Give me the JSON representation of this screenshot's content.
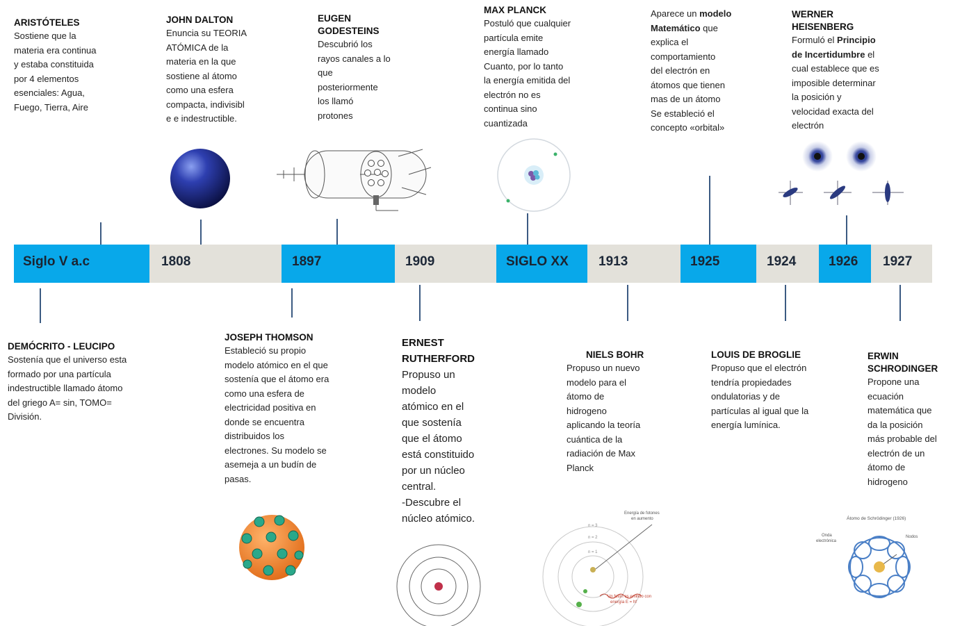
{
  "colors": {
    "timeline_bar": "#e3e1da",
    "highlight_blue": "#08a8ea",
    "connector": "#3b5a82"
  },
  "timeline": [
    {
      "label": "Siglo V a.c",
      "highlight": true
    },
    {
      "label": "1808",
      "highlight": false
    },
    {
      "label": "1897",
      "highlight": true
    },
    {
      "label": "1909",
      "highlight": false
    },
    {
      "label": "SIGLO XX",
      "highlight": true
    },
    {
      "label": "1913",
      "highlight": false
    },
    {
      "label": "1925",
      "highlight": true
    },
    {
      "label": "1924",
      "highlight": false
    },
    {
      "label": "1926",
      "highlight": true
    },
    {
      "label": "1927",
      "highlight": false
    }
  ],
  "entries": {
    "aristoteles": {
      "name": "ARISTÓTELES",
      "lines": [
        "Sostiene que la",
        "materia era continua",
        "y estaba constituida",
        "por 4 elementos",
        "esenciales: Agua,",
        "Fuego, Tierra, Aire"
      ]
    },
    "dalton": {
      "name": "JOHN DALTON",
      "lines": [
        "Enuncia su TEORIA",
        "ATÓMICA de la",
        "materia en la que",
        "sostiene al átomo",
        "como una esfera",
        "compacta, indivisibl",
        "e e indestructible."
      ]
    },
    "goldstein": {
      "name_lines": [
        "EUGEN",
        "GODESTEINS"
      ],
      "lines": [
        "Descubrió los",
        "rayos canales a lo",
        "que",
        "posteriormente",
        "los llamó",
        "protones"
      ]
    },
    "planck": {
      "name": "MAX PLANCK",
      "lines": [
        "Postuló que cualquier",
        "partícula emite",
        "energía llamado",
        "Cuanto, por lo tanto",
        "la energía emitida del",
        "electrón no es",
        "continua sino",
        "cuantizada"
      ]
    },
    "modelo_1925": {
      "line1_pre": "Aparece un ",
      "line1_bold": "modelo",
      "line2_bold": "Matemático",
      "line2_post": " que",
      "lines": [
        "explica el",
        "comportamiento",
        "del electrón en",
        "átomos que tienen",
        "mas de un átomo",
        "Se estableció el",
        "concepto «orbital»"
      ]
    },
    "heisenberg": {
      "name_lines": [
        "WERNER",
        "HEISENBERG"
      ],
      "line1_pre": "Formuló el ",
      "line1_bold": "Principio",
      "line2_bold": "de Incertidumbre",
      "line2_post": " el",
      "lines": [
        "cual establece que es",
        "imposible determinar",
        "la posición y",
        "velocidad exacta del",
        "electrón"
      ]
    },
    "democrito": {
      "name": "DEMÓCRITO - LEUCIPO",
      "lines": [
        "Sostenía que el universo esta",
        "formado por una partícula",
        "indestructible llamado átomo",
        "del griego A= sin, TOMO=",
        "División."
      ]
    },
    "thomson": {
      "name": "JOSEPH THOMSON",
      "lines": [
        "Estableció su propio",
        "modelo atómico en el que",
        "sostenía que el átomo era",
        "como una esfera de",
        "electricidad positiva en",
        "donde se encuentra",
        "distribuidos los",
        "electrones. Su modelo se",
        "asemeja a un budín de",
        "pasas."
      ]
    },
    "rutherford": {
      "name_lines": [
        "ERNEST",
        "RUTHERFORD"
      ],
      "lines": [
        "Propuso un",
        "modelo",
        "atómico en el",
        "que sostenía",
        "que el átomo",
        "está constituido",
        "por un núcleo",
        "central.",
        "-Descubre el",
        "núcleo atómico."
      ]
    },
    "bohr": {
      "name": "NIELS BOHR",
      "lines": [
        "Propuso un nuevo",
        "modelo para el",
        "átomo de",
        "hidrogeno",
        "aplicando la teoría",
        "cuántica de la",
        "radiación de Max",
        "Planck"
      ]
    },
    "broglie": {
      "name": "LOUIS DE BROGLIE",
      "lines": [
        "Propuso que el electrón",
        "tendría propiedades",
        "ondulatorias y de",
        "partículas al igual que la",
        "energía lumínica."
      ]
    },
    "schrodinger": {
      "name_lines": [
        "ERWIN",
        "SCHRODINGER"
      ],
      "lines": [
        "Propone una",
        "ecuación",
        "matemática que",
        "da la posición",
        "más probable del",
        "electrón de un",
        "átomo de",
        "hidrogeno"
      ]
    }
  },
  "figure_labels": {
    "bohr_top": [
      "Energía de fotones",
      "en aumento"
    ],
    "bohr_levels": [
      "n = 3",
      "n = 2",
      "n = 1"
    ],
    "bohr_bottom": [
      "Un fotón es emitido con",
      "energía E = hf"
    ],
    "schrodinger_title": "Átomo de Schrödinger (1926)",
    "schrodinger_left": [
      "Onda",
      "electrónica"
    ],
    "schrodinger_right": "Nodos"
  }
}
